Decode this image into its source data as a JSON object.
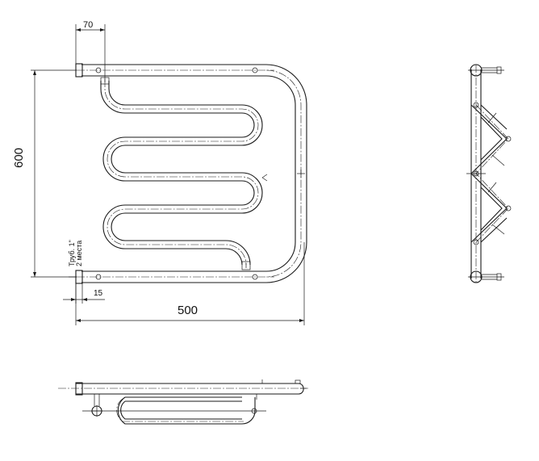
{
  "dimensions": {
    "offset_top": "70",
    "height": "600",
    "width": "500",
    "offset_bottom": "15"
  },
  "note": {
    "line1": "Труб. 1\"",
    "line2": "2 места"
  }
}
